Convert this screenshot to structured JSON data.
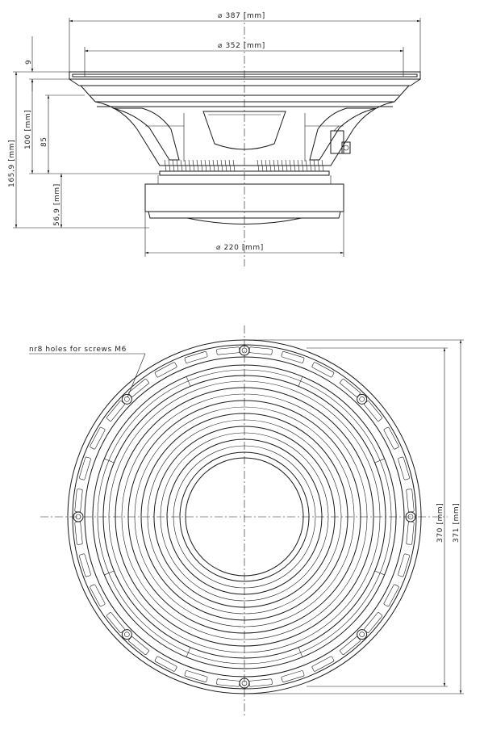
{
  "side_view": {
    "dim_outer_diameter": "⌀ 387 [mm]",
    "dim_mount_diameter": "⌀ 352 [mm]",
    "dim_magnet_diameter": "⌀ 220 [mm]",
    "dim_flange": "9",
    "dim_total_depth": "165,9 [mm]",
    "dim_frame_depth": "100 [mm]",
    "dim_basket_depth": "85",
    "dim_magnet_depth": "56,9 [mm]"
  },
  "front_view": {
    "holes_note": "nr8 holes for screws M6",
    "dim_inner_span": "370 [mm]",
    "dim_outer_span": "371 [mm]"
  }
}
